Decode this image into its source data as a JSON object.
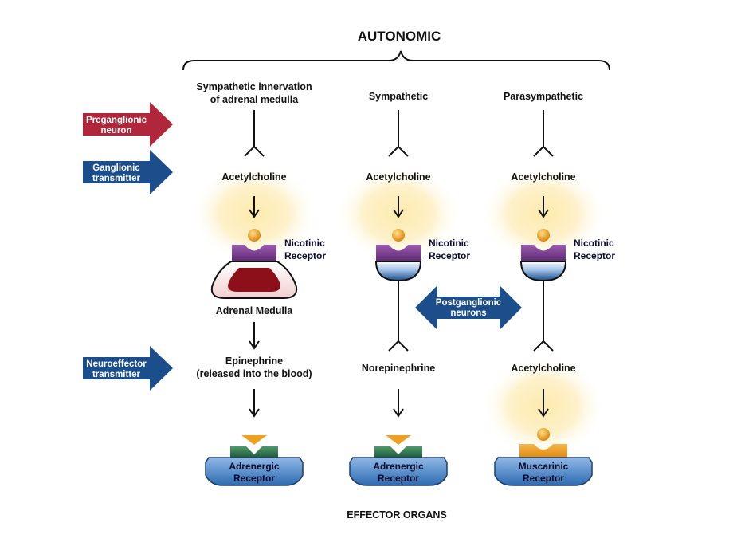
{
  "title": "AUTONOMIC",
  "footer": "EFFECTOR ORGANS",
  "side_labels": {
    "preganglionic": [
      "Preganglionic",
      "neuron"
    ],
    "ganglionic": [
      "Ganglionic",
      "transmitter"
    ],
    "neuroeffector": [
      "Neuroeffector",
      "transmitter"
    ]
  },
  "postganglionic": [
    "Postganglionic",
    "neurons"
  ],
  "columns": {
    "adrenal": {
      "header": [
        "Sympathetic innervation",
        "of adrenal medulla"
      ],
      "ganglionic_transmitter": "Acetylcholine",
      "receptor": [
        "Nicotinic",
        "Receptor"
      ],
      "organ": "Adrenal Medulla",
      "effector_transmitter": [
        "Epinephrine",
        "(released into the blood)"
      ],
      "effector_receptor": [
        "Adrenergic",
        "Receptor"
      ]
    },
    "sympathetic": {
      "header": [
        "Sympathetic"
      ],
      "ganglionic_transmitter": "Acetylcholine",
      "receptor": [
        "Nicotinic",
        "Receptor"
      ],
      "effector_transmitter": [
        "Norepinephrine"
      ],
      "effector_receptor": [
        "Adrenergic",
        "Receptor"
      ]
    },
    "parasympathetic": {
      "header": [
        "Parasympathetic"
      ],
      "ganglionic_transmitter": "Acetylcholine",
      "receptor": [
        "Nicotinic",
        "Receptor"
      ],
      "effector_transmitter": [
        "Acetylcholine"
      ],
      "effector_receptor": [
        "Muscarinic",
        "Receptor"
      ]
    }
  },
  "colors": {
    "preganglionic_arrow": "#b0263a",
    "transmitter_arrow": "#1d4e8c",
    "glow": "#fbe7a8",
    "nicotinic_receptor": "#7b3a8f",
    "adrenal_core": "#8c0f1a",
    "adrenergic_receptor": "#2f7a4e",
    "ligand_orange": "#f0a020",
    "effector_organ": "#4a86c8"
  }
}
